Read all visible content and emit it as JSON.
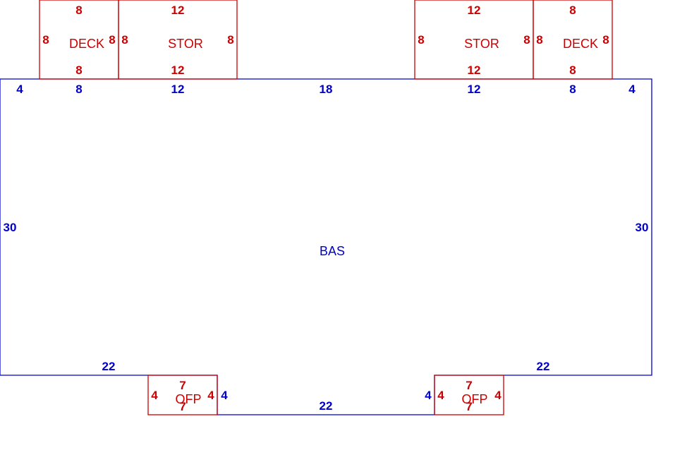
{
  "colors": {
    "main_line": "#0000c8",
    "addon_line": "#cc0000"
  },
  "main_area": {
    "label": "BAS",
    "dims": {
      "top_left_4": "4",
      "top_8_a": "8",
      "top_12_a": "12",
      "top_18": "18",
      "top_12_b": "12",
      "top_8_b": "8",
      "top_right_4": "4",
      "left_30": "30",
      "right_30": "30",
      "bottom_left_22": "22",
      "bottom_right_22": "22",
      "bottom_center_22": "22",
      "notch_left_4": "4",
      "notch_right_4": "4"
    }
  },
  "addons": {
    "deck_left": {
      "label": "DECK",
      "top": "8",
      "bottom": "8",
      "left": "8",
      "right": "8"
    },
    "stor_left": {
      "label": "STOR",
      "top": "12",
      "bottom": "12",
      "left": "8",
      "right": "8"
    },
    "stor_right": {
      "label": "STOR",
      "top": "12",
      "bottom": "12",
      "left": "8",
      "right": "8"
    },
    "deck_right": {
      "label": "DECK",
      "top": "8",
      "bottom": "8",
      "left": "8",
      "right": "8"
    },
    "ofp_left": {
      "label": "OFP",
      "top": "7",
      "bottom": "7",
      "left": "4",
      "right": "4"
    },
    "ofp_right": {
      "label": "OFP",
      "top": "7",
      "bottom": "7",
      "left": "4",
      "right": "4"
    }
  }
}
